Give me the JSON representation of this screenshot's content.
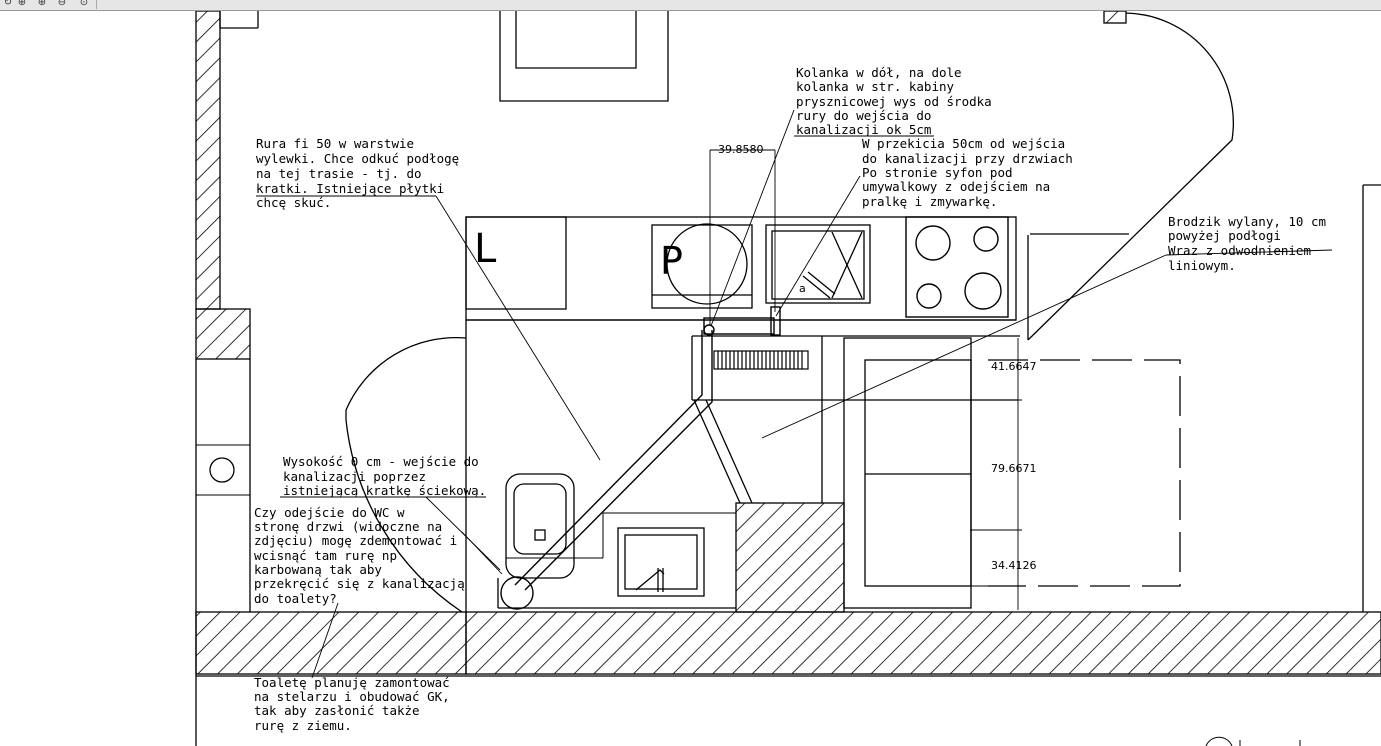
{
  "toolbar": {
    "icons": [
      "refresh-icon",
      "zoom-icon",
      "zoom-in-icon",
      "zoom-out-icon",
      "pan-icon"
    ]
  },
  "drawing": {
    "fixture_labels": {
      "fridge": "L",
      "sink_area": "P",
      "washer": "a"
    },
    "notes": {
      "pipe_route": [
        "Rura fi 50 w warstwie",
        "wylewki. Chce odkuć podłogę",
        "na tej trasie - tj. do",
        "kratki. Istniejące płytki",
        "chcę skuć."
      ],
      "elbows": [
        "Kolanka w dół, na dole",
        "kolanka w str. kabiny",
        "prysznicowej wys od środka",
        "rury do wejścia do",
        "kanalizacji ok 5cm"
      ],
      "intersection": [
        "W przekicia 50cm od wejścia",
        "do kanalizacji przy drzwiach",
        "Po stronie syfon pod",
        "umywalkowy z odejściem na",
        "pralkę i zmywarkę."
      ],
      "shower_tray": [
        "Brodzik wylany, 10 cm",
        "powyżej podłogi",
        "Wraz z odwodnieniem",
        "liniowym."
      ],
      "height": [
        "Wysokość 0 cm - wejście do",
        "kanalizacji poprzez",
        "istniejącą kratkę ściekową."
      ],
      "wc_question": [
        "Czy odejście do WC w",
        "stronę drzwi (widoczne na",
        "zdjęciu) mogę zdemontować i",
        "wcisnąć tam rurę np",
        "karbowaną tak aby",
        "przekręcić się z kanalizacją",
        "do toalety?"
      ],
      "toilet_plan": [
        "Toaletę planuję zamontować",
        "na stelarzu i obudować GK,",
        "tak aby zasłonić także",
        "rurę z ziemu."
      ]
    },
    "dimensions": {
      "top": "39.8580",
      "right_1": "41.6647",
      "right_2": "79.6671",
      "right_3": "34.4126"
    }
  }
}
